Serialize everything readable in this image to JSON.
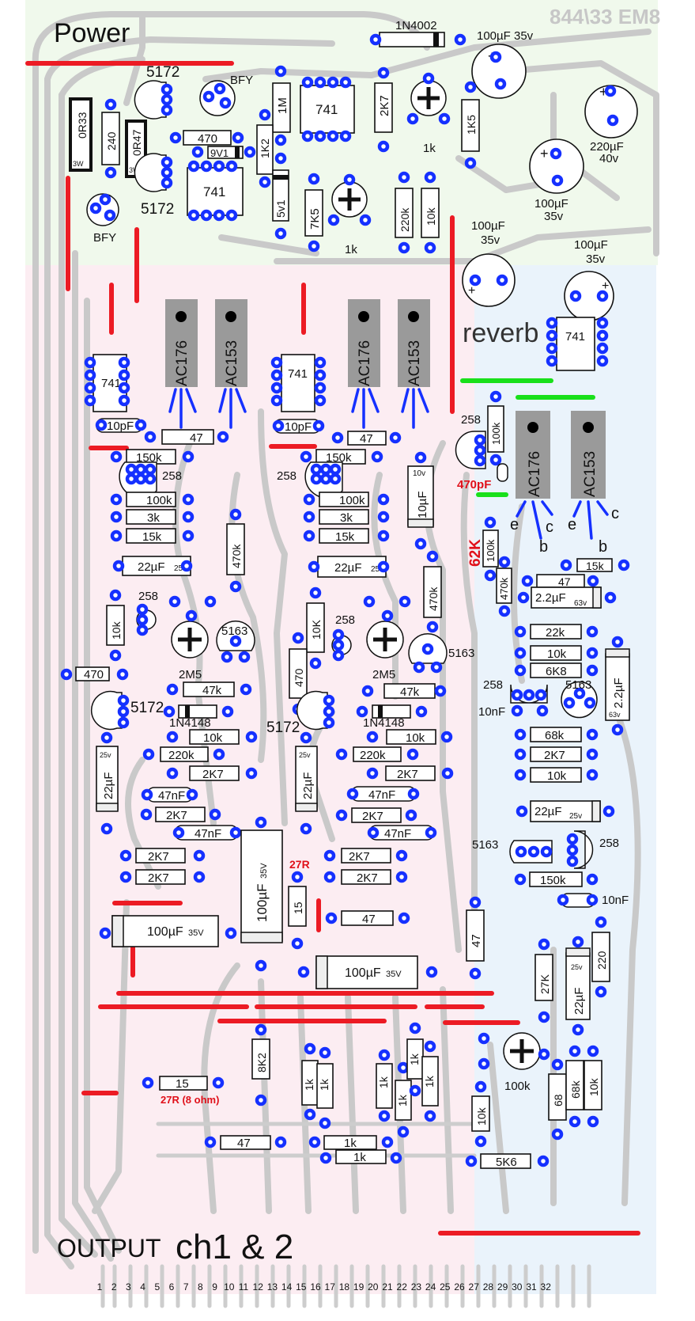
{
  "sections": {
    "power": "Power",
    "reverb": "reverb",
    "output_a": "OUTPUT",
    "output_b": "ch1 & 2",
    "board_code": "844\\33 EM8"
  },
  "colors": {
    "power_bg": "#f0f9ec",
    "channel_bg": "#fcedf2",
    "reverb_bg": "#eaf3fb",
    "pad": "#1530ff",
    "link": "#ec1b24",
    "green_link": "#19e01a",
    "trace": "#c9c9c9",
    "transistor_body": "#9a9a9a"
  },
  "transistors": [
    "AC176",
    "AC153",
    "AC176",
    "AC153",
    "AC176",
    "AC153"
  ],
  "pin_labels": {
    "e": "e",
    "b": "b",
    "c": "c"
  },
  "red_labels": {
    "c470pf": "470pF",
    "r62k": "62K",
    "r27r_a": "27R",
    "r27r_b": "27R (8 ohm)"
  },
  "components": {
    "d1n4002": "1N4002",
    "cap100_35_top": "100µF 35v",
    "r0r33": "0R33",
    "r0r33_w": "3W",
    "r240": "240",
    "r0r47": "0R47",
    "r0r47_w": "3W",
    "t5172_top": "5172",
    "bfy_top": "BFY",
    "r470_top": "470",
    "z9v1": "9V1",
    "r1m": "1M",
    "ic741_top": "741",
    "r2k7_top": "2K7",
    "pot1k_top": "1k",
    "r1k5": "1K5",
    "cap220_40": "220µF",
    "cap220_40v": "40v",
    "r1k2": "1K2",
    "ic741_mid": "741",
    "t5172_mid": "5172",
    "bfy_mid": "BFY",
    "z5v1": "5v1",
    "r7k5": "7K5",
    "pot1k_mid": "1k",
    "r220k_top": "220k",
    "r10k_top": "10k",
    "cap100_35_right": "100µF",
    "cap100_35_right_v": "35v",
    "cap100_35_mid": "100µF",
    "cap100_35_mid_v": "35v",
    "cap100_35_rev": "100µF",
    "cap100_35_rev_v": "35v",
    "ic741_left": "741",
    "ic741_center": "741",
    "ic741_rev": "741",
    "c10pf_a": "10pF",
    "c10pf_b": "10pF",
    "r47_a": "47",
    "r47_b": "47",
    "r150k_a": "150k",
    "r150k_b": "150k",
    "t258": "258",
    "r100k_a": "100k",
    "r100k_b": "100k",
    "r3k_a": "3k",
    "r3k_b": "3k",
    "r15k_a": "15k",
    "r15k_b": "15k",
    "r470k_a": "470k",
    "r470k_b": "470k",
    "c22uf": "22µF",
    "c22uf_v": "25v",
    "c10uf": "10µF",
    "c10uf_v": "10v",
    "r10k": "10k",
    "r10K_cap": "10K",
    "pot2m5": "2M5",
    "t5163": "5163",
    "r470_a": "470",
    "t5172": "5172",
    "r47k": "47k",
    "d1n4148": "1N4148",
    "r220k": "220k",
    "r2k7": "2K7",
    "c47nf": "47nF",
    "c100uf_35V": "100µF",
    "c100uf_35V_v": "35V",
    "r15": "15",
    "r47": "47",
    "r8k2": "8K2",
    "r1k": "1k",
    "r15_out": "15",
    "r100k_rev": "100k",
    "r15k_rev": "15k",
    "c2_2": "2.2µF",
    "c2_2_v": "63v",
    "r22k": "22k",
    "r6k8": "6K8",
    "c10nf": "10nF",
    "r68k": "68k",
    "c22uf25": "22µF",
    "r27k": "27K",
    "r220": "220",
    "r68": "68",
    "r5k6": "5K6"
  },
  "pins": [
    "1",
    "2",
    "3",
    "4",
    "5",
    "6",
    "7",
    "8",
    "9",
    "10",
    "11",
    "12",
    "13",
    "14",
    "15",
    "16",
    "17",
    "18",
    "19",
    "20",
    "21",
    "22",
    "23",
    "24",
    "25",
    "26",
    "27",
    "28",
    "29",
    "30",
    "31",
    "32"
  ]
}
